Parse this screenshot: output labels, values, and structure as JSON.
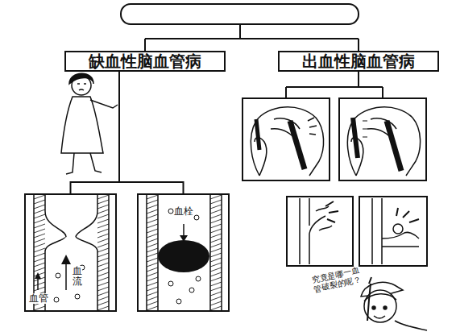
{
  "diagram": {
    "nodes": [
      {
        "text": [
          "缺血性脑血管病"
        ]
      },
      {
        "text": [
          "出血性脑血管病"
        ]
      },
      {
        "text": [
          "血流",
          "血管"
        ]
      },
      {
        "text": [
          "血栓"
        ]
      }
    ],
    "edges": [
      {
        "from": 0,
        "to": 2,
        "arrow": "none"
      },
      {
        "from": 0,
        "to": 3,
        "arrow": "none"
      }
    ],
    "labels": [
      "究竟是哪一血管破裂的呢？"
    ]
  }
}
